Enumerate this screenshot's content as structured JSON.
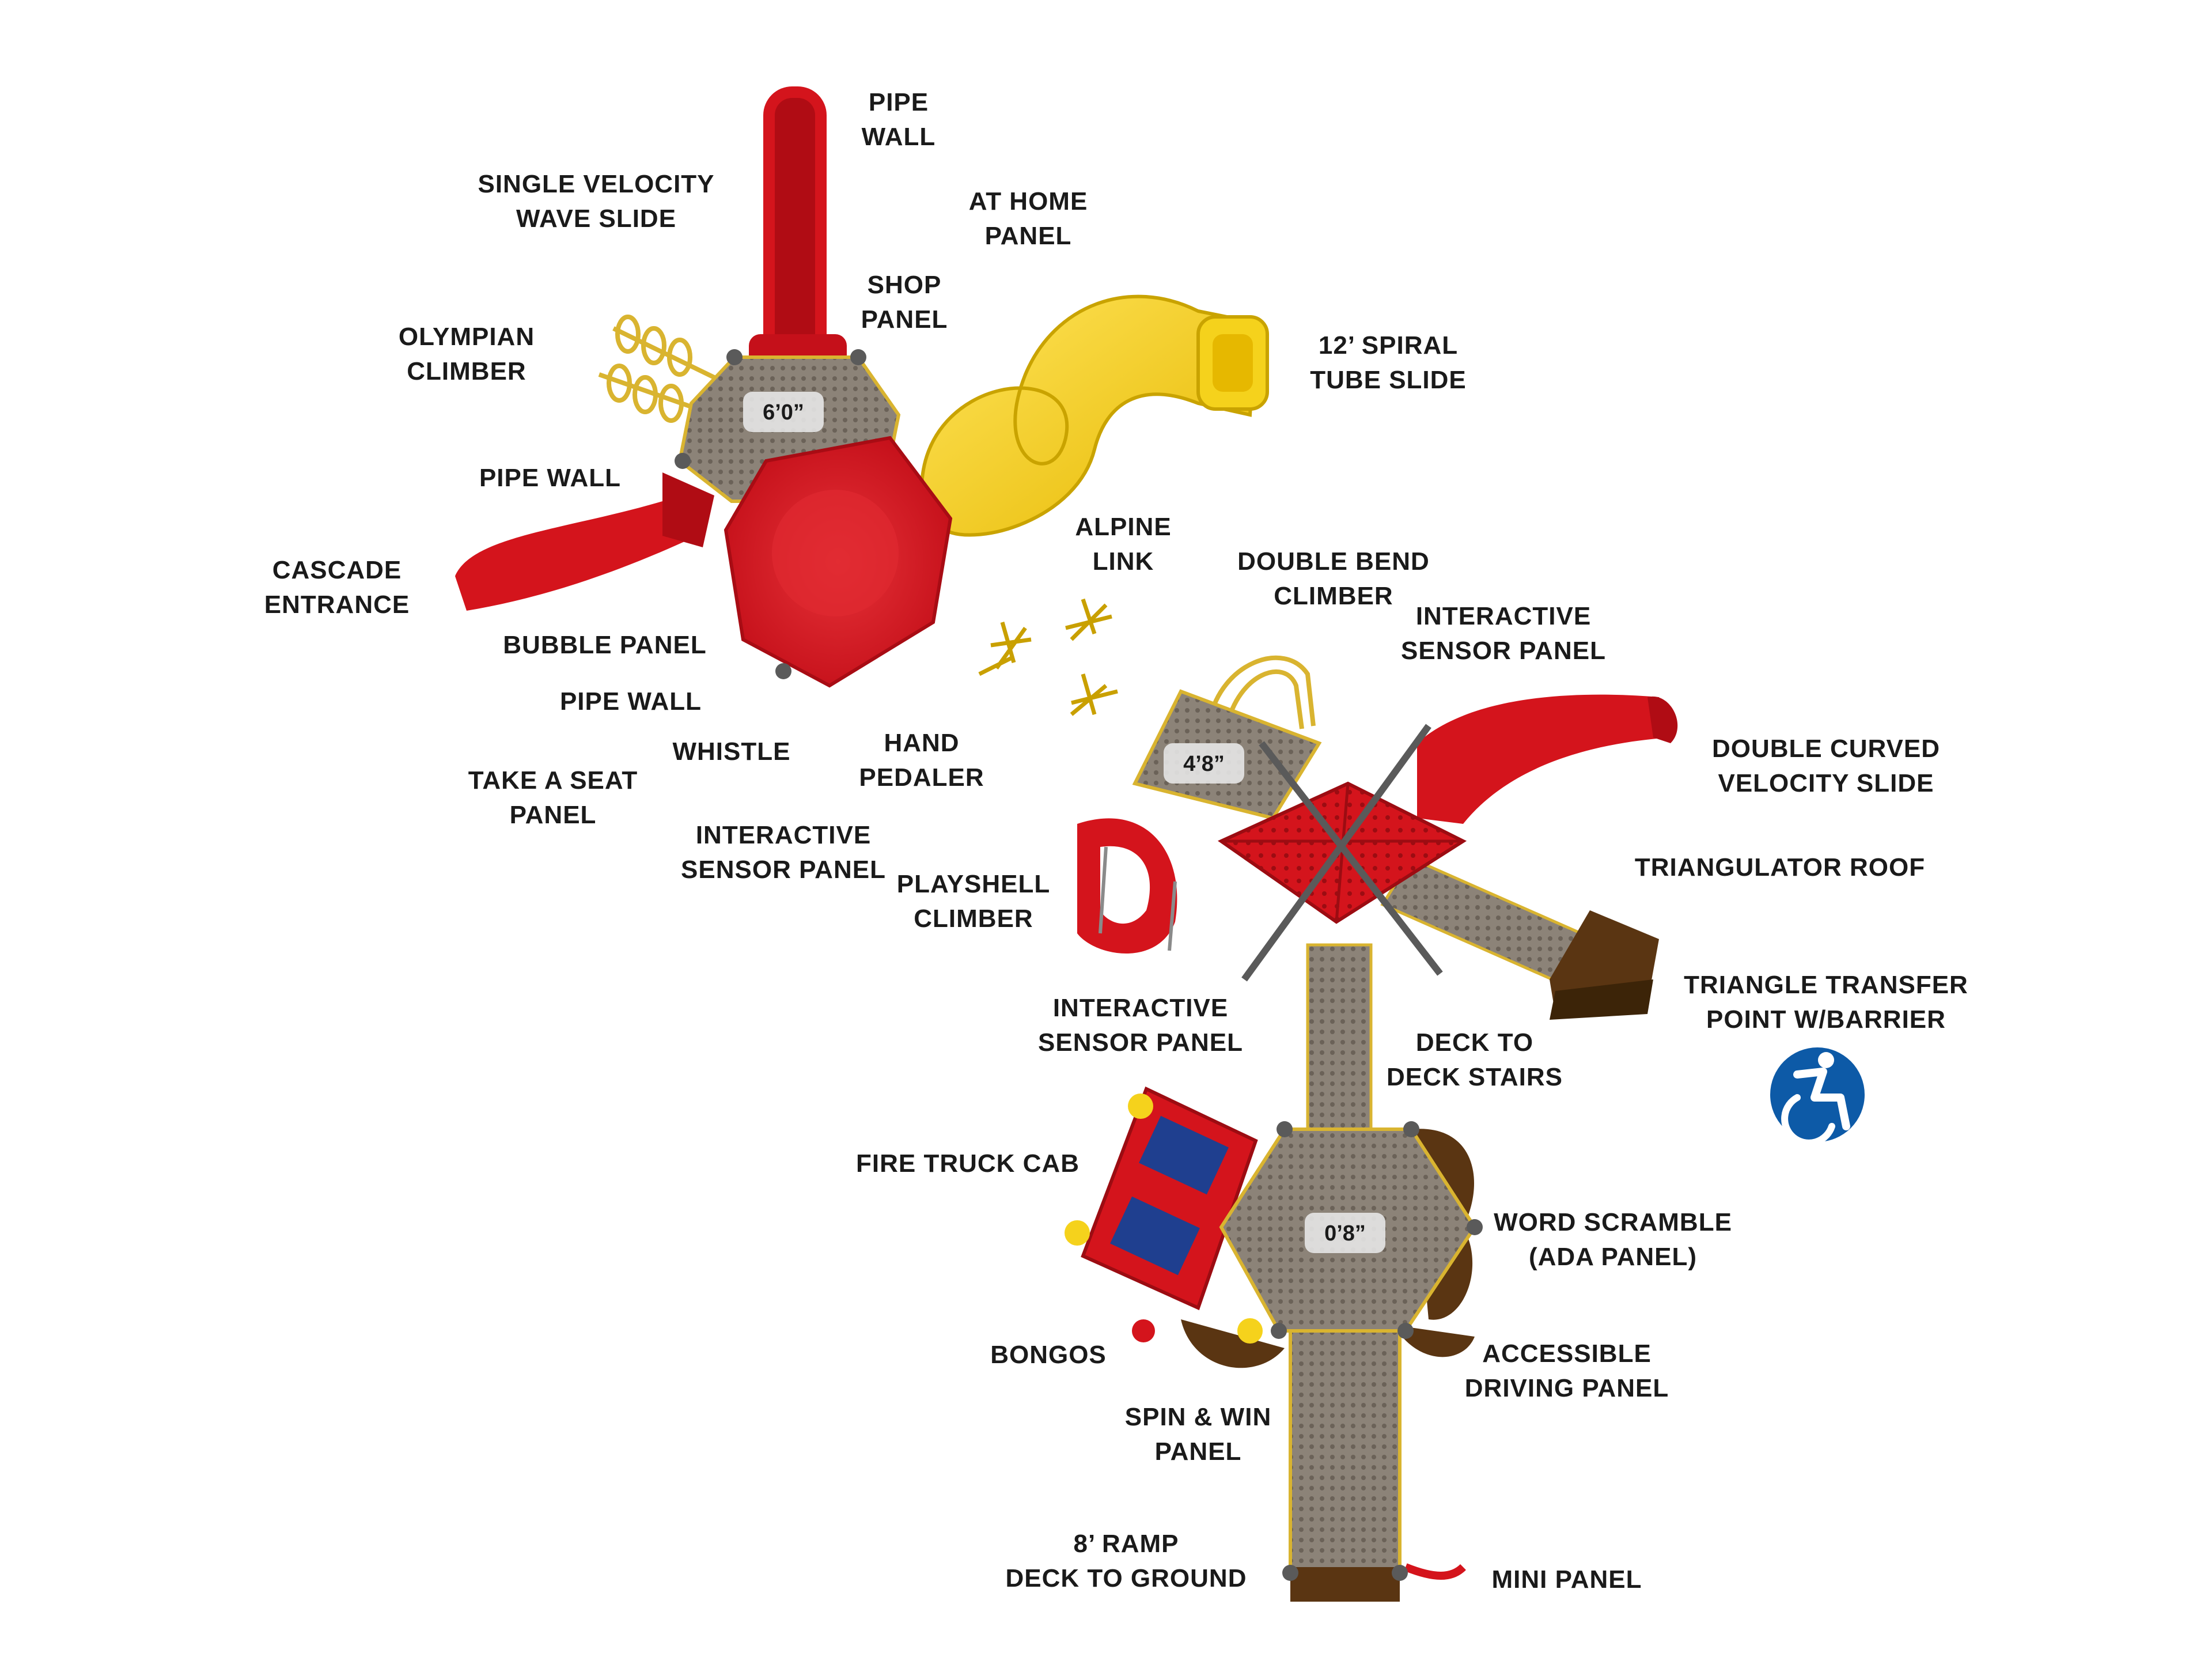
{
  "labels": {
    "pipe_wall_top": "PIPE\nWALL",
    "single_velocity_wave_slide": "SINGLE VELOCITY\nWAVE SLIDE",
    "at_home_panel": "AT HOME\nPANEL",
    "shop_panel": "SHOP\nPANEL",
    "olympian_climber": "OLYMPIAN\nCLIMBER",
    "spiral_tube_slide": "12’ SPIRAL\nTUBE SLIDE",
    "pipe_wall_left": "PIPE WALL",
    "cascade_entrance": "CASCADE\nENTRANCE",
    "alpine_link": "ALPINE\nLINK",
    "double_bend_climber": "DOUBLE BEND\nCLIMBER",
    "interactive_sensor_panel_top": "INTERACTIVE\nSENSOR PANEL",
    "bubble_panel": "BUBBLE PANEL",
    "pipe_wall_bottom": "PIPE WALL",
    "whistle": "WHISTLE",
    "hand_pedaler": "HAND\nPEDALER",
    "double_curved_velocity_slide": "DOUBLE CURVED\nVELOCITY SLIDE",
    "take_a_seat_panel": "TAKE A SEAT\nPANEL",
    "interactive_sensor_panel_left": "INTERACTIVE\nSENSOR PANEL",
    "playshell_climber": "PLAYSHELL\nCLIMBER",
    "triangulator_roof": "TRIANGULATOR ROOF",
    "triangle_transfer_point": "TRIANGLE TRANSFER\nPOINT W/BARRIER",
    "interactive_sensor_panel_mid": "INTERACTIVE\nSENSOR PANEL",
    "deck_to_deck_stairs": "DECK TO\nDECK STAIRS",
    "fire_truck_cab": "FIRE TRUCK CAB",
    "word_scramble": "WORD SCRAMBLE\n(ADA PANEL)",
    "bongos": "BONGOS",
    "accessible_driving_panel": "ACCESSIBLE\nDRIVING PANEL",
    "spin_win_panel": "SPIN & WIN\nPANEL",
    "ramp_deck_to_ground": "8’ RAMP\nDECK TO GROUND",
    "mini_panel": "MINI PANEL"
  },
  "deck_heights": {
    "upper_hex": "6’0”",
    "mid_deck": "4’8”",
    "lower_hex": "0’8”"
  },
  "icons": {
    "accessibility": "wheelchair-accessibility-icon"
  },
  "colors": {
    "slide_red": "#d4141c",
    "tube_yellow": "#f5d21c",
    "deck_gray": "#8c8378",
    "post_gray": "#5a5a5a",
    "roof_brown": "#5a3512",
    "ada_blue": "#0d5aa7",
    "label_text": "#1a1a1a"
  }
}
